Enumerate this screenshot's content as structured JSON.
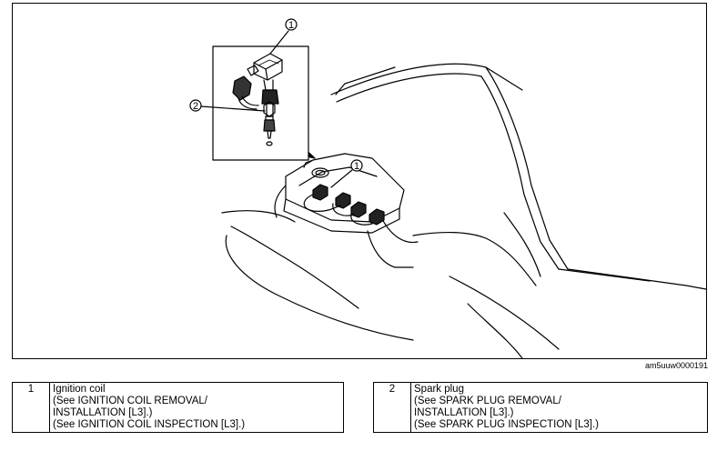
{
  "figure": {
    "code": "am5uuw0000191",
    "callouts": [
      {
        "number": "1",
        "ref": "ignition-coil-enlarged"
      },
      {
        "number": "2",
        "ref": "spark-plug"
      },
      {
        "number": "1",
        "ref": "ignition-coil-on-engine"
      }
    ]
  },
  "legend": [
    {
      "number": "1",
      "lines": [
        "Ignition coil",
        "(See IGNITION COIL REMOVAL/",
        "INSTALLATION [L3].)",
        "(See IGNITION COIL INSPECTION [L3].)"
      ]
    },
    {
      "number": "2",
      "lines": [
        "Spark plug",
        "(See SPARK PLUG REMOVAL/",
        "INSTALLATION [L3].)",
        "(See SPARK PLUG INSPECTION [L3].)"
      ]
    }
  ]
}
